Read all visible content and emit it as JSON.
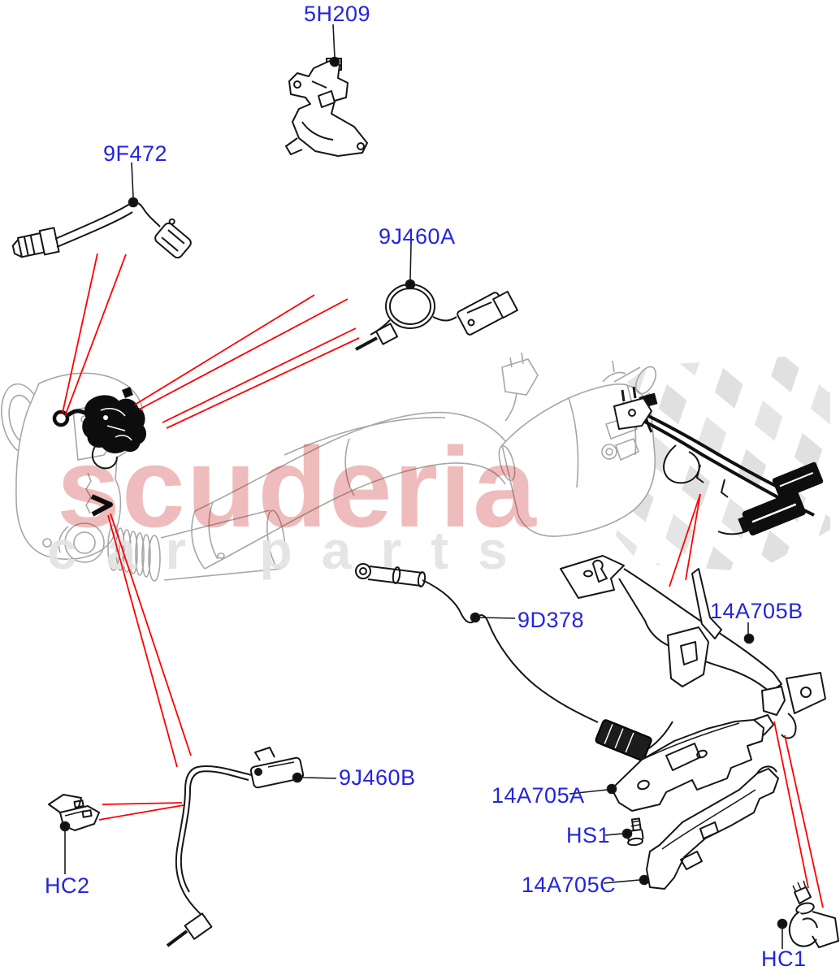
{
  "diagram": {
    "description": "Exhaust sensors and brackets exploded parts diagram",
    "labels": [
      {
        "code": "5H209"
      },
      {
        "code": "9F472"
      },
      {
        "code": "9J460A"
      },
      {
        "code": "9D378"
      },
      {
        "code": "14A705B"
      },
      {
        "code": "9J460B"
      },
      {
        "code": "HC2"
      },
      {
        "code": "14A705A"
      },
      {
        "code": "HS1"
      },
      {
        "code": "14A705C"
      },
      {
        "code": "HC1"
      }
    ],
    "watermark": {
      "primary": "scuderia",
      "secondary": "car parts"
    },
    "colors": {
      "label_blue": "#2325de",
      "callout_red": "#ff0000",
      "leader_black": "#1a1a1a",
      "art_gray": "#a6a6a6",
      "watermark_red": "#c41414",
      "watermark_gray": "#e4e4e4",
      "checker_gray": "#dcdcdc"
    }
  }
}
